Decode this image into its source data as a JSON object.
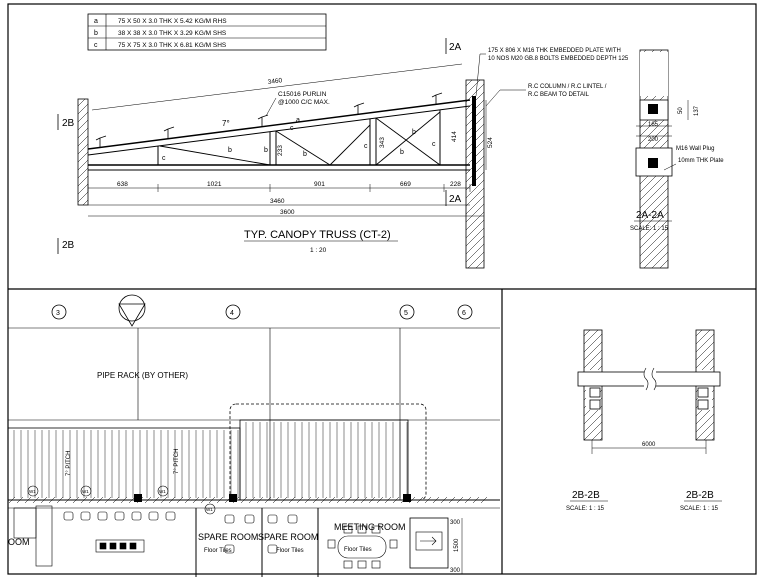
{
  "member_table": [
    {
      "id": "a",
      "spec": "75 X 50 X 3.0 THK X 5.42 KG/M RHS"
    },
    {
      "id": "b",
      "spec": "38 X 38 X 3.0 THK X 3.29 KG/M SHS"
    },
    {
      "id": "c",
      "spec": "75 X 75 X 3.0 THK X 6.81 KG/M SHS"
    }
  ],
  "truss": {
    "title": "TYP. CANOPY TRUSS (CT-2)",
    "scale": "1 : 20",
    "top_length": "3460",
    "purlin_note_1": "C15016 PURLIN",
    "purlin_note_2": "@1000 C/C MAX.",
    "pitch": "7°",
    "embed_note_1": "175 X 806 X M16 THK EMBEDDED PLATE WITH",
    "embed_note_2": "10 NOS M20 GB.8 BOLTS EMBEDDED DEPTH 125",
    "column_note_1": "R.C COLUMN / R.C LINTEL /",
    "column_note_2": "R.C BEAM TO DETAIL",
    "bottom_segments": [
      "638",
      "1021",
      "901",
      "669",
      "228"
    ],
    "bottom_length": "3460",
    "overall_length": "3600",
    "heights": [
      "233",
      "343",
      "414",
      "524"
    ],
    "member_labels": [
      "c",
      "a",
      "c",
      "b",
      "b",
      "b",
      "b",
      "b",
      "c",
      "c"
    ],
    "section_2b": "2B",
    "section_2a": "2A"
  },
  "section_2a": {
    "title": "2A-2A",
    "scale": "SCALE: 1 : 15",
    "dims": [
      "165",
      "200",
      "137",
      "50"
    ],
    "wall_plug": "M16 Wall Plug",
    "plate": "10mm THK Plate"
  },
  "plan": {
    "grids": [
      "3",
      "4",
      "5",
      "6"
    ],
    "pipe_rack": "PIPE RACK (BY OTHER)",
    "pitch_label": "7° PITCH",
    "w1": "W1",
    "rooms": [
      "SPARE ROOM",
      "SPARE ROOM",
      "MEETING ROOM"
    ],
    "floor": "Floor Tiles",
    "dims": [
      "300",
      "1500",
      "300"
    ],
    "room_left": "OOM"
  },
  "section_2b": {
    "span": "6000",
    "title": "2B-2B",
    "scale": "SCALE: 1 : 15"
  }
}
